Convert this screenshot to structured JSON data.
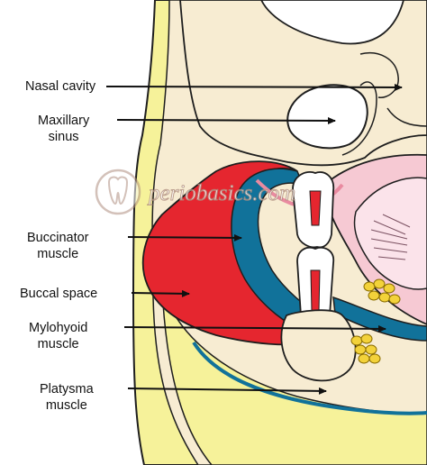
{
  "labels": {
    "nasal_cavity": "Nasal cavity",
    "maxillary_sinus": [
      "Maxillary",
      "sinus"
    ],
    "buccinator_muscle": [
      "Buccinator",
      "muscle"
    ],
    "buccal_space": "Buccal space",
    "mylohyoid_muscle": [
      "Mylohyoid",
      "muscle"
    ],
    "platysma_muscle": [
      "Platysma",
      "muscle"
    ]
  },
  "watermark": "periobasics.com",
  "colors": {
    "skin_layer": "#f6f29a",
    "bone_cream": "#f7ecd2",
    "buccal_space_red": "#e5262f",
    "muscle_blue": "#11729a",
    "mucosa_pink": "#f6c9d3",
    "gland_yellow": "#f3d23a",
    "outline": "#1e1e1e"
  }
}
